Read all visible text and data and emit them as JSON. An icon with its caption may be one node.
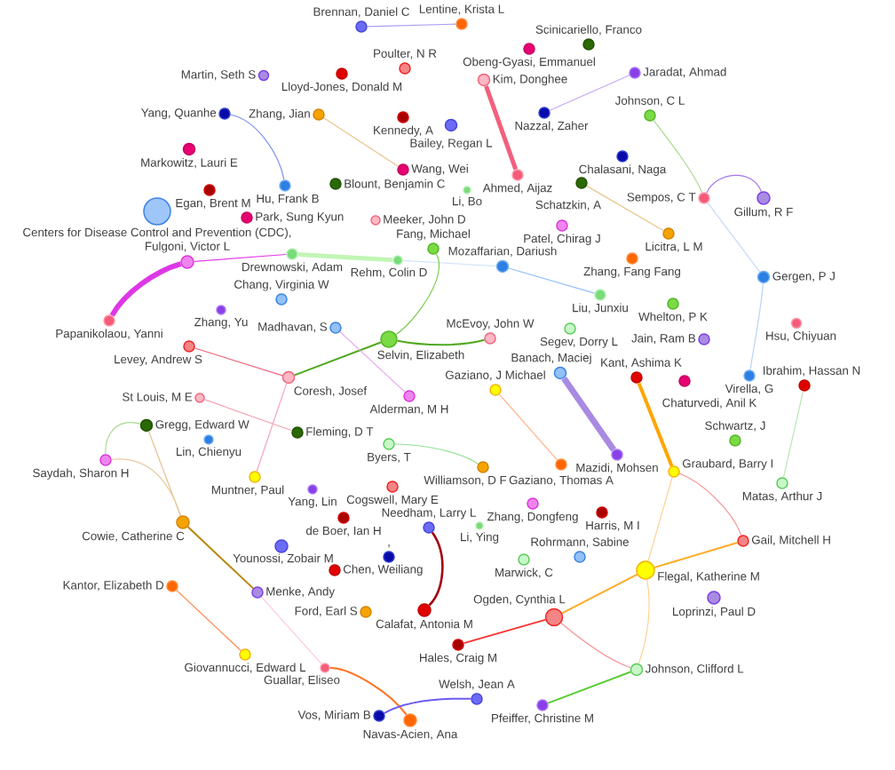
{
  "diagram": {
    "nodes": [
      {
        "text": [
          "Brennan, Daniel C"
        ]
      },
      {
        "text": [
          "Lentine, Krista L"
        ]
      },
      {
        "text": [
          "Scinicariello, Franco"
        ]
      },
      {
        "text": [
          "Obeng-Gyasi, Emmanuel"
        ]
      },
      {
        "text": [
          "Jaradat, Ahmad"
        ]
      },
      {
        "text": [
          "Martin, Seth S"
        ]
      },
      {
        "text": [
          "Lloyd-Jones, Donald M"
        ]
      },
      {
        "text": [
          "Poulter, N R"
        ]
      },
      {
        "text": [
          "Kim, Donghee"
        ]
      },
      {
        "text": [
          "Nazzal, Zaher"
        ]
      },
      {
        "text": [
          "Yang, Quanhe"
        ]
      },
      {
        "text": [
          "Zhang, Jian"
        ]
      },
      {
        "text": [
          "Kennedy, A"
        ]
      },
      {
        "text": [
          "Bailey, Regan L"
        ]
      },
      {
        "text": [
          "Johnson, C L"
        ]
      },
      {
        "text": [
          "Markowitz, Lauri E"
        ]
      },
      {
        "text": [
          "Chalasani, Naga"
        ]
      },
      {
        "text": [
          "Wang, Wei"
        ]
      },
      {
        "text": [
          "Ahmed, Aijaz"
        ]
      },
      {
        "text": [
          "Hu, Frank B"
        ]
      },
      {
        "text": [
          "Blount, Benjamin C"
        ]
      },
      {
        "text": [
          "Egan, Brent M"
        ]
      },
      {
        "text": [
          "Li, Bo"
        ]
      },
      {
        "text": [
          "Schatzkin, A"
        ]
      },
      {
        "text": [
          "Sempos, C T"
        ]
      },
      {
        "text": [
          "Gillum, R F"
        ]
      },
      {
        "text": [
          "Centers for Disease Control and Prevention (CDC),"
        ]
      },
      {
        "text": [
          "Park, Sung Kyun"
        ]
      },
      {
        "text": [
          "Meeker, John D"
        ]
      },
      {
        "text": [
          "Patel, Chirag J"
        ]
      },
      {
        "text": [
          "Licitra, L M"
        ]
      },
      {
        "text": [
          "Fang, Michael"
        ]
      },
      {
        "text": [
          "Drewnowski, Adam"
        ]
      },
      {
        "text": [
          "Zhang, Fang Fang"
        ]
      },
      {
        "text": [
          "Fulgoni, Victor L"
        ]
      },
      {
        "text": [
          "Rehm, Colin D"
        ]
      },
      {
        "text": [
          "Mozaffarian, Dariush"
        ]
      },
      {
        "text": [
          "Gergen, P J"
        ]
      },
      {
        "text": [
          "Liu, Junxiu"
        ]
      },
      {
        "text": [
          "Chang, Virginia W"
        ]
      },
      {
        "text": [
          "Whelton, P K"
        ]
      },
      {
        "text": [
          "Zhang, Yu"
        ]
      },
      {
        "text": [
          "Papanikolaou, Yanni"
        ]
      },
      {
        "text": [
          "Madhavan, S"
        ]
      },
      {
        "text": [
          "Segev, Dorry L"
        ]
      },
      {
        "text": [
          "Hsu, Chiyuan"
        ]
      },
      {
        "text": [
          "Selvin, Elizabeth"
        ]
      },
      {
        "text": [
          "McEvoy, John W"
        ]
      },
      {
        "text": [
          "Jain, Ram B"
        ]
      },
      {
        "text": [
          "Levey, Andrew S"
        ]
      },
      {
        "text": [
          "Banach, Maciej"
        ]
      },
      {
        "text": [
          "Kant, Ashima K"
        ]
      },
      {
        "text": [
          "Virella, G"
        ]
      },
      {
        "text": [
          "Coresh, Josef"
        ]
      },
      {
        "text": [
          "Chaturvedi, Anil K"
        ]
      },
      {
        "text": [
          "Ibrahim, Hassan N"
        ]
      },
      {
        "text": [
          "Gaziano, J Michael"
        ]
      },
      {
        "text": [
          "Alderman, M H"
        ]
      },
      {
        "text": [
          "St Louis, M E"
        ]
      },
      {
        "text": [
          "Gregg, Edward W"
        ]
      },
      {
        "text": [
          "Fleming, D T"
        ]
      },
      {
        "text": [
          "Lin, Chienyu"
        ]
      },
      {
        "text": [
          "Schwartz, J"
        ]
      },
      {
        "text": [
          "Byers, T"
        ]
      },
      {
        "text": [
          "Mazidi, Mohsen"
        ]
      },
      {
        "text": [
          "Saydah, Sharon H"
        ]
      },
      {
        "text": [
          "Williamson, D F"
        ]
      },
      {
        "text": [
          "Gaziano, Thomas A"
        ]
      },
      {
        "text": [
          "Graubard, Barry I"
        ]
      },
      {
        "text": [
          "Muntner, Paul"
        ]
      },
      {
        "text": [
          "Matas, Arthur J"
        ]
      },
      {
        "text": [
          "Yang, Lin"
        ]
      },
      {
        "text": [
          "Cogswell, Mary E"
        ]
      },
      {
        "text": [
          "Zhang, Dongfeng"
        ]
      },
      {
        "text": [
          "Harris, M I"
        ]
      },
      {
        "text": [
          "Cowie, Catherine C"
        ]
      },
      {
        "text": [
          "de Boer, Ian H"
        ]
      },
      {
        "text": [
          "Needham, Larry L"
        ]
      },
      {
        "text": [
          "Li, Ying"
        ]
      },
      {
        "text": [
          "Gail, Mitchell H"
        ]
      },
      {
        "text": [
          "Younossi, Zobair M"
        ]
      },
      {
        "text": [
          ","
        ]
      },
      {
        "text": [
          "Marwick, C"
        ]
      },
      {
        "text": [
          "Rohrmann, Sabine"
        ]
      },
      {
        "text": [
          "Chen, Weiliang"
        ]
      },
      {
        "text": [
          "Flegal, Katherine M"
        ]
      },
      {
        "text": [
          "Kantor, Elizabeth D"
        ]
      },
      {
        "text": [
          "Menke, Andy"
        ]
      },
      {
        "text": [
          "Loprinzi, Paul D"
        ]
      },
      {
        "text": [
          "Ford, Earl S"
        ]
      },
      {
        "text": [
          "Calafat, Antonia M"
        ]
      },
      {
        "text": [
          "Ogden, Cynthia L"
        ]
      },
      {
        "text": [
          "Hales, Craig M"
        ]
      },
      {
        "text": [
          "Giovannucci, Edward L"
        ]
      },
      {
        "text": [
          "Guallar, Eliseo"
        ]
      },
      {
        "text": [
          "Johnson, Clifford L"
        ]
      },
      {
        "text": [
          "Welsh, Jean A"
        ]
      },
      {
        "text": [
          "Pfeiffer, Christine M"
        ]
      },
      {
        "text": [
          "Vos, Miriam B"
        ]
      },
      {
        "text": [
          "Navas-Acien, Ana"
        ]
      }
    ],
    "edges": [
      {
        "from": 0,
        "to": 1,
        "arrow": "none",
        "color": "#a99cf2"
      },
      {
        "from": 8,
        "to": 18,
        "arrow": "none",
        "style": "thick",
        "color": "#f2607c"
      },
      {
        "from": 9,
        "to": 4,
        "arrow": "none",
        "color": "#c6a8f4"
      },
      {
        "from": 10,
        "to": 19,
        "arrow": "none",
        "color": "#7d90f0"
      },
      {
        "from": 11,
        "to": 17,
        "arrow": "none",
        "color": "#e9c48e"
      },
      {
        "from": 23,
        "to": 30,
        "arrow": "none",
        "color": "#e9c48e"
      },
      {
        "from": 14,
        "to": 24,
        "arrow": "none",
        "color": "#a8d98e"
      },
      {
        "from": 24,
        "to": 25,
        "arrow": "none",
        "color": "#a374ea"
      },
      {
        "from": 24,
        "to": 37,
        "arrow": "none",
        "color": "#c4daf6"
      },
      {
        "from": 37,
        "to": 52,
        "arrow": "none",
        "color": "#b9d3f7"
      },
      {
        "from": 34,
        "to": 42,
        "arrow": "none",
        "style": "thick",
        "color": "#de37e6"
      },
      {
        "from": 34,
        "to": 32,
        "arrow": "none",
        "color": "#e23fe8"
      },
      {
        "from": 32,
        "to": 35,
        "arrow": "none",
        "style": "thick",
        "color": "#c2f5b6"
      },
      {
        "from": 35,
        "to": 36,
        "arrow": "none",
        "color": "#d3e4fa"
      },
      {
        "from": 36,
        "to": 38,
        "arrow": "none",
        "color": "#93c0f5"
      },
      {
        "from": 31,
        "to": 46,
        "arrow": "none",
        "color": "#7ccd52"
      },
      {
        "from": 46,
        "to": 47,
        "arrow": "none",
        "color": "#4fa81f"
      },
      {
        "from": 46,
        "to": 53,
        "arrow": "none",
        "color": "#4fa81f"
      },
      {
        "from": 49,
        "to": 53,
        "arrow": "none",
        "color": "#f06a80"
      },
      {
        "from": 53,
        "to": 69,
        "arrow": "none",
        "color": "#f5a3b9"
      },
      {
        "from": 43,
        "to": 57,
        "arrow": "none",
        "color": "#e8a2f0"
      },
      {
        "from": 58,
        "to": 60,
        "arrow": "none",
        "color": "#f5a3b3"
      },
      {
        "from": 59,
        "to": 65,
        "arrow": "none",
        "color": "#a9d992"
      },
      {
        "from": 59,
        "to": 75,
        "arrow": "none",
        "color": "#e6c18d"
      },
      {
        "from": 65,
        "to": 75,
        "arrow": "none",
        "color": "#e9caa2"
      },
      {
        "from": 75,
        "to": 87,
        "arrow": "none",
        "color": "#b8860b"
      },
      {
        "from": 87,
        "to": 94,
        "arrow": "none",
        "color": "#ffc9d4"
      },
      {
        "from": 94,
        "to": 99,
        "arrow": "none",
        "color": "#ff7224"
      },
      {
        "from": 86,
        "to": 93,
        "arrow": "none",
        "color": "#ff7f42"
      },
      {
        "from": 63,
        "to": 66,
        "arrow": "none",
        "color": "#92e092"
      },
      {
        "from": 56,
        "to": 67,
        "arrow": "none",
        "color": "#ffb184"
      },
      {
        "from": 50,
        "to": 64,
        "arrow": "none",
        "style": "thick",
        "color": "#a98ae2"
      },
      {
        "from": 51,
        "to": 68,
        "arrow": "none",
        "style": "thick",
        "color": "#ffa500"
      },
      {
        "from": 68,
        "to": 79,
        "arrow": "none",
        "color": "#f59393"
      },
      {
        "from": 68,
        "to": 85,
        "arrow": "none",
        "color": "#ffd196"
      },
      {
        "from": 85,
        "to": 79,
        "arrow": "none",
        "color": "#ffab26"
      },
      {
        "from": 85,
        "to": 91,
        "arrow": "none",
        "color": "#ffab26"
      },
      {
        "from": 85,
        "to": 95,
        "arrow": "none",
        "color": "#ffd196"
      },
      {
        "from": 91,
        "to": 95,
        "arrow": "none",
        "color": "#f59393"
      },
      {
        "from": 91,
        "to": 92,
        "arrow": "none",
        "color": "#ff3333"
      },
      {
        "from": 77,
        "to": 90,
        "arrow": "none",
        "color": "#a3000f"
      },
      {
        "from": 96,
        "to": 98,
        "arrow": "none",
        "color": "#6b5cf2"
      },
      {
        "from": 97,
        "to": 95,
        "arrow": "none",
        "color": "#57cc35"
      },
      {
        "from": 55,
        "to": 70,
        "arrow": "none",
        "color": "#b8e8b2"
      }
    ]
  }
}
